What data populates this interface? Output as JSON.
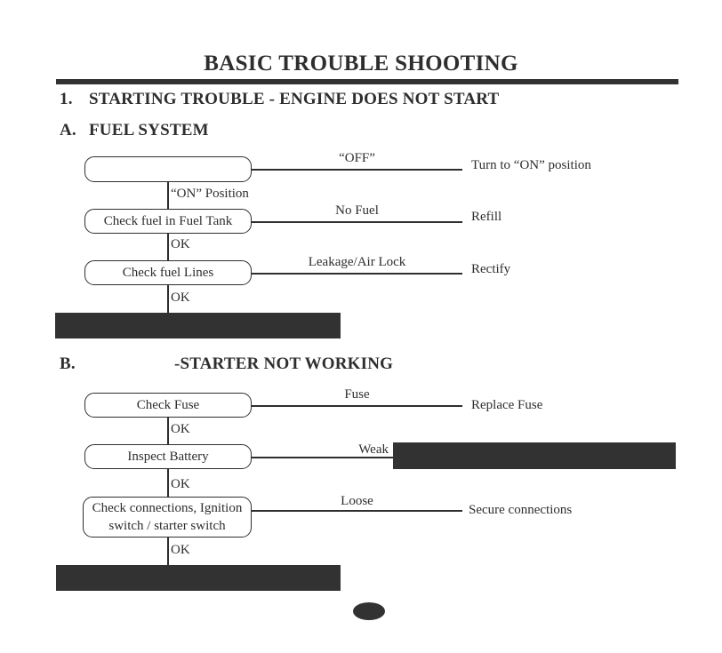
{
  "page": {
    "title": "BASIC TROUBLE SHOOTING"
  },
  "sections": {
    "s1": {
      "num": "1.",
      "title": "STARTING TROUBLE - ENGINE DOES NOT START"
    },
    "sA": {
      "num": "A.",
      "title": "FUEL SYSTEM"
    },
    "sB": {
      "num": "B.",
      "title": "-STARTER NOT WORKING"
    }
  },
  "flowA": {
    "rows": [
      {
        "box": "",
        "branch": "“OFF”",
        "action": "Turn to “ON” position",
        "down": "“ON” Position"
      },
      {
        "box": "Check fuel in Fuel Tank",
        "branch": "No Fuel",
        "action": "Refill",
        "down": "OK"
      },
      {
        "box": "Check fuel Lines",
        "branch": "Leakage/Air Lock",
        "action": "Rectify",
        "down": "OK"
      }
    ]
  },
  "flowB": {
    "rows": [
      {
        "box": "Check Fuse",
        "branch": "Fuse",
        "action": "Replace Fuse",
        "down": "OK"
      },
      {
        "box": "Inspect Battery",
        "branch": "Weak",
        "action": "",
        "down": "OK"
      },
      {
        "box": "Check connections, Ignition switch / starter switch",
        "branch": "Loose",
        "action": "Secure connections",
        "down": "OK"
      }
    ]
  },
  "colors": {
    "ink": "#2e2e2e",
    "redaction_bar": "#333233"
  }
}
